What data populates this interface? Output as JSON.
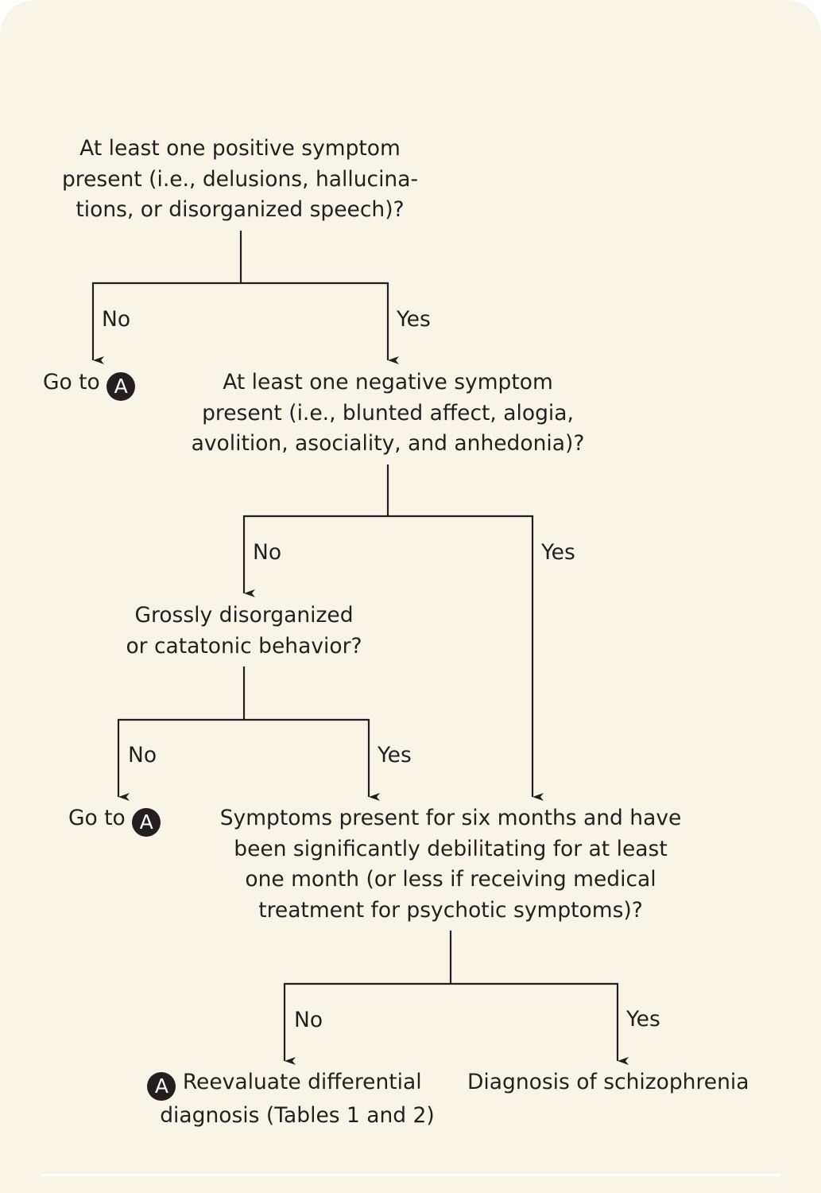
{
  "badge_letter": "A",
  "nodes": {
    "positive": {
      "lines": [
        "At least one positive symptom",
        "present (i.e., delusions, hallucina-",
        "tions, or disorganized speech)?"
      ]
    },
    "goto_a_1": {
      "text": "Go to"
    },
    "negative": {
      "lines": [
        "At least one negative symptom",
        "present (i.e., blunted affect, alogia,",
        "avolition, asociality, and anhedonia)?"
      ]
    },
    "disorganized": {
      "lines": [
        "Grossly disorganized",
        "or catatonic behavior?"
      ]
    },
    "goto_a_2": {
      "text": "Go to"
    },
    "duration": {
      "lines": [
        "Symptoms present for six months and have",
        "been significantly debilitating for at least",
        "one month (or less if receiving medical",
        "treatment for psychotic symptoms)?"
      ]
    },
    "reevaluate": {
      "lines": [
        "Reevaluate differential",
        "diagnosis (Tables 1 and 2)"
      ]
    },
    "diagnosis": {
      "text": "Diagnosis of schizophrenia"
    }
  },
  "edges": {
    "positive_no": "No",
    "positive_yes": "Yes",
    "negative_no": "No",
    "negative_yes": "Yes",
    "disorganized_no": "No",
    "disorganized_yes": "Yes",
    "duration_no": "No",
    "duration_yes": "Yes"
  },
  "colors": {
    "background": "#f9f4e8",
    "ink": "#231f20"
  }
}
